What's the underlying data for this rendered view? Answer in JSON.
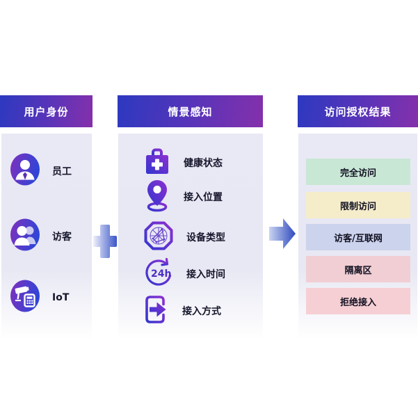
{
  "panels": {
    "identity": {
      "title": "用户身份",
      "items": [
        {
          "label": "员工",
          "icon": "employee-icon"
        },
        {
          "label": "访客",
          "icon": "visitor-icon"
        },
        {
          "label": "IoT",
          "icon": "iot-icon"
        }
      ]
    },
    "context": {
      "title": "情景感知",
      "items": [
        {
          "label": "健康状态",
          "icon": "health-kit-icon"
        },
        {
          "label": "接入位置",
          "icon": "location-pin-icon"
        },
        {
          "label": "设备类型",
          "icon": "device-type-icon"
        },
        {
          "label": "接入时间",
          "icon": "time-24h-icon"
        },
        {
          "label": "接入方式",
          "icon": "access-method-icon"
        }
      ]
    },
    "result": {
      "title": "访问授权结果",
      "items": [
        {
          "label": "完全访问",
          "color": "#c9e7d5"
        },
        {
          "label": "限制访问",
          "color": "#f5ecca"
        },
        {
          "label": "访客/互联网",
          "color": "#ccd3ed"
        },
        {
          "label": "隔离区",
          "color": "#f1ced4"
        },
        {
          "label": "拒绝接入",
          "color": "#f6cfd4"
        }
      ]
    }
  },
  "connectors": [
    {
      "name": "plus-icon",
      "meaning": "combine identity with context"
    },
    {
      "name": "arrow-right-icon",
      "meaning": "produces authorization result"
    }
  ],
  "colors": {
    "header_gradient_start": "#2c39c0",
    "header_gradient_end": "#8530ab",
    "panel_body_bg": "#e9e9f5",
    "icon_gradient_purple": "#8030bd",
    "icon_gradient_blue": "#3045d6",
    "connector_blue": "#3b55c9",
    "label_text": "#16162c",
    "header_text": "#ffffff"
  }
}
